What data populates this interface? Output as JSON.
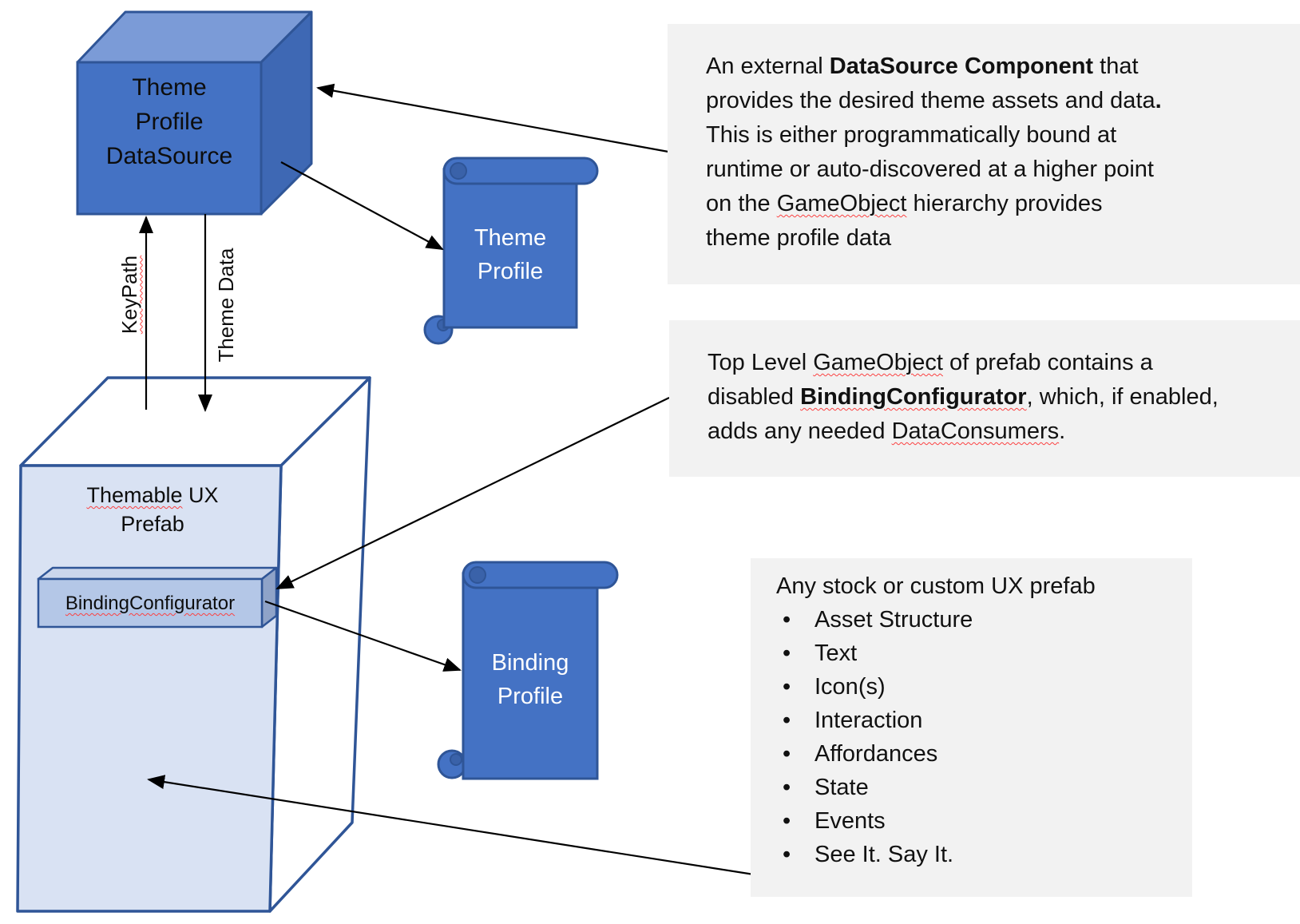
{
  "colors": {
    "shape_fill_blue": "#4472C4",
    "shape_border_blue": "#2F5597",
    "cube_top_fill": "#7B9BD7",
    "cube_side_fill": "#3E68B4",
    "prefab_face_fill": "#D9E2F3",
    "binding_box_fill": "#B4C7E7",
    "note_box_fill": "#F2F2F2",
    "spellcheck_squiggle": "#FB4141",
    "arrow_color": "#000000",
    "scroll_text_color": "#FFFFFF"
  },
  "diagram": {
    "cube_label_lines": [
      "Theme",
      "Profile",
      "DataSource"
    ],
    "theme_scroll_lines": [
      "Theme",
      "Profile"
    ],
    "binding_scroll_lines": [
      "Binding",
      "Profile"
    ],
    "prefab_label_lines": [
      [
        {
          "t": "Themable",
          "sq": true
        },
        {
          "t": " UX"
        }
      ],
      [
        {
          "t": "Prefab"
        }
      ]
    ],
    "binding_configurator_lines": [
      [
        {
          "t": "BindingConfigurator",
          "sq": true
        }
      ]
    ],
    "keypath_lines": [
      [
        {
          "t": "KeyPath",
          "sq": true
        }
      ]
    ],
    "theme_data_lines": [
      [
        {
          "t": "Theme Data"
        }
      ]
    ]
  },
  "annotations": {
    "datasource_note_lines": [
      [
        {
          "t": "An external "
        },
        {
          "t": "DataSource Component",
          "b": true
        },
        {
          "t": " that"
        }
      ],
      [
        {
          "t": "provides the desired theme assets and data"
        },
        {
          "t": ".",
          "b": true
        }
      ],
      [
        {
          "t": "This is either programmatically bound at"
        }
      ],
      [
        {
          "t": "runtime or auto-discovered at a higher point"
        }
      ],
      [
        {
          "t": "on the "
        },
        {
          "t": "GameObject",
          "sq": true
        },
        {
          "t": " hierarchy provides"
        }
      ],
      [
        {
          "t": "theme profile data"
        }
      ]
    ],
    "binding_note_lines": [
      [
        {
          "t": "Top Level "
        },
        {
          "t": "GameObject",
          "sq": true
        },
        {
          "t": " of prefab contains a"
        }
      ],
      [
        {
          "t": "disabled "
        },
        {
          "t": "BindingConfigurator",
          "b": true,
          "sq": true
        },
        {
          "t": ", which, if enabled,"
        }
      ],
      [
        {
          "t": "adds any needed "
        },
        {
          "t": "DataConsumers",
          "sq": true
        },
        {
          "t": "."
        }
      ]
    ],
    "ux_note": {
      "title": "Any stock or custom UX prefab",
      "bullet_char": "•",
      "bullets": [
        "Asset Structure",
        "Text",
        "Icon(s)",
        "Interaction",
        "Affordances",
        "State",
        "Events",
        "See It. Say It."
      ]
    }
  }
}
